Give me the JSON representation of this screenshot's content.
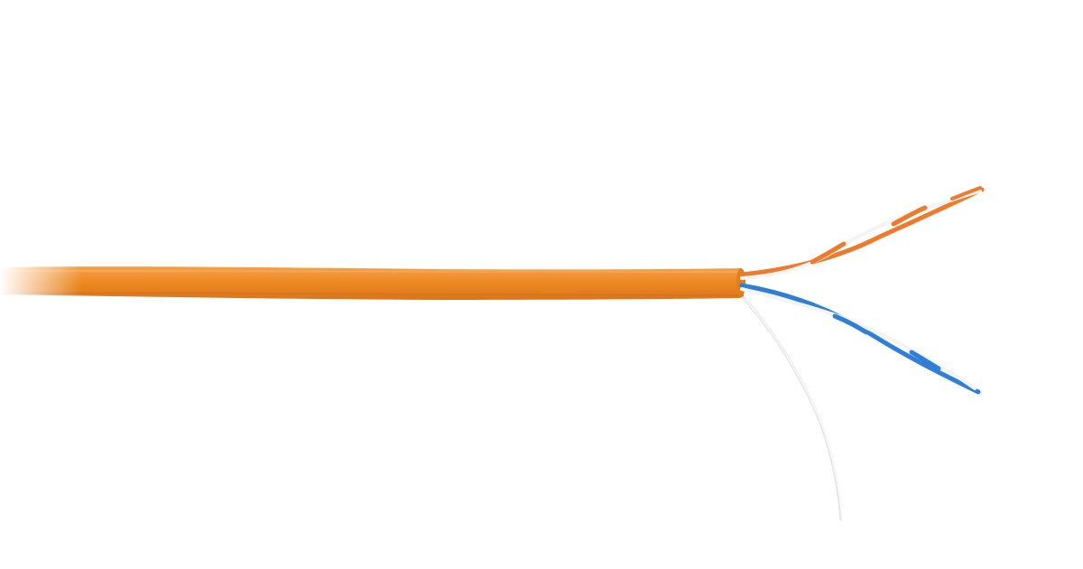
{
  "colors": {
    "background": "#ffffff",
    "jacket": "#ee8a22",
    "jacket_shadow": "#d8741a",
    "jacket_highlight": "#f6a64c",
    "pair_orange": "#f07a2c",
    "pair_blue": "#2f7fd8",
    "wire_white": "#f4f4f4",
    "ripcord": "#f2f2f2"
  },
  "photo": {
    "subject_icon": "cable-photo",
    "pairs": [
      {
        "color_name": "orange",
        "icon": "twisted-pair-orange"
      },
      {
        "color_name": "blue",
        "icon": "twisted-pair-blue"
      }
    ],
    "ripcord_icon": "ripcord-thread"
  }
}
